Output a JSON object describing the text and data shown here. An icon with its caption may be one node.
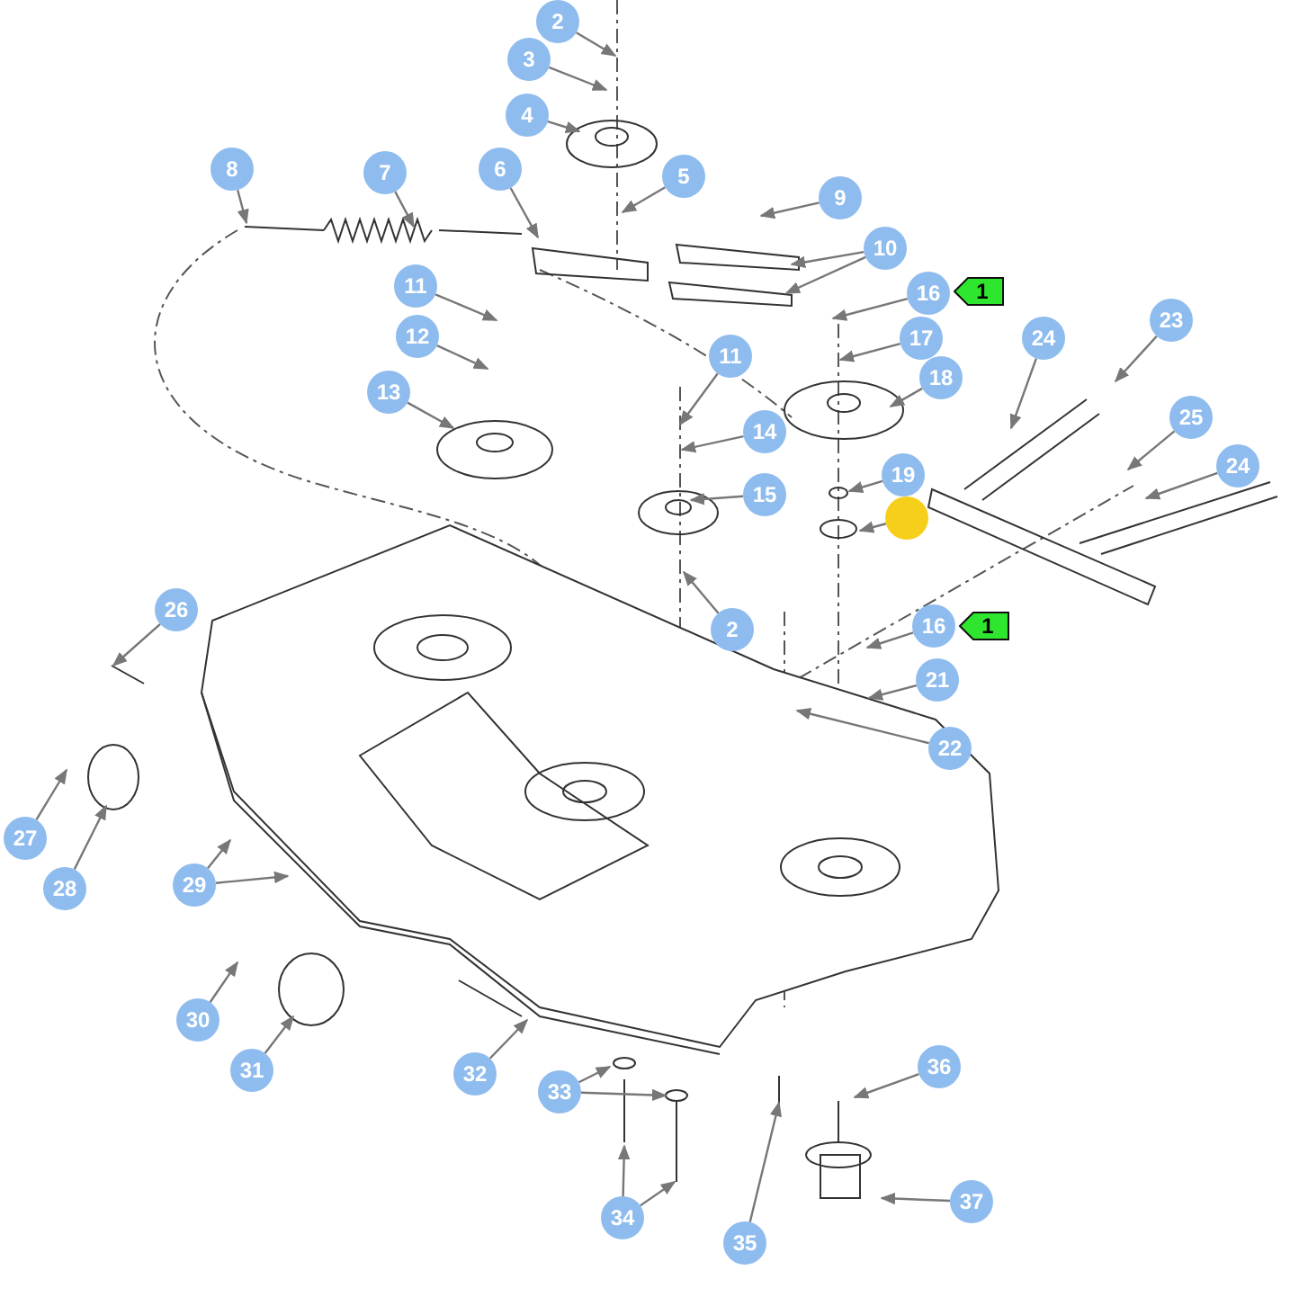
{
  "diagram": {
    "nodes": [
      {
        "text": [
          "2"
        ]
      },
      {
        "text": [
          "3"
        ]
      },
      {
        "text": [
          "4"
        ]
      },
      {
        "text": [
          "6"
        ]
      },
      {
        "text": [
          "5"
        ]
      },
      {
        "text": [
          "7"
        ]
      },
      {
        "text": [
          "8"
        ]
      },
      {
        "text": [
          "9"
        ]
      },
      {
        "text": [
          "10"
        ]
      },
      {
        "text": [
          "16"
        ]
      },
      {
        "text": [
          "1"
        ]
      },
      {
        "text": [
          "17"
        ]
      },
      {
        "text": [
          "11"
        ]
      },
      {
        "text": [
          "12"
        ]
      },
      {
        "text": [
          "11"
        ]
      },
      {
        "text": [
          "18"
        ]
      },
      {
        "text": [
          "13"
        ]
      },
      {
        "text": [
          "14"
        ]
      },
      {
        "text": [
          "23"
        ]
      },
      {
        "text": [
          "24"
        ]
      },
      {
        "text": [
          "15"
        ]
      },
      {
        "text": [
          "25"
        ]
      },
      {
        "text": [
          "19"
        ]
      },
      {
        "text": [
          "24"
        ]
      },
      {
        "text": [],
        "shape": "circle"
      },
      {
        "text": [
          "2"
        ]
      },
      {
        "text": [
          "26"
        ]
      },
      {
        "text": [
          "16"
        ]
      },
      {
        "text": [
          "1"
        ]
      },
      {
        "text": [
          "21"
        ]
      },
      {
        "text": [
          "22"
        ]
      },
      {
        "text": [
          "27"
        ]
      },
      {
        "text": [
          "28"
        ]
      },
      {
        "text": [
          "29"
        ]
      },
      {
        "text": [
          "30"
        ]
      },
      {
        "text": [
          "31"
        ]
      },
      {
        "text": [
          "32"
        ]
      },
      {
        "text": [
          "33"
        ]
      },
      {
        "text": [
          "34"
        ]
      },
      {
        "text": [
          "35"
        ]
      },
      {
        "text": [
          "36"
        ]
      },
      {
        "text": [
          "37"
        ]
      }
    ],
    "edges": [
      {
        "from": 0,
        "to": null,
        "arrow": "to"
      },
      {
        "from": 1,
        "to": null,
        "arrow": "to"
      },
      {
        "from": 2,
        "to": null,
        "arrow": "to"
      },
      {
        "from": 3,
        "to": null,
        "arrow": "to"
      },
      {
        "from": 4,
        "to": null,
        "arrow": "to"
      },
      {
        "from": 5,
        "to": null,
        "arrow": "to"
      },
      {
        "from": 6,
        "to": null,
        "arrow": "to"
      },
      {
        "from": 7,
        "to": null,
        "arrow": "to"
      },
      {
        "from": 8,
        "to": null,
        "arrow": "to"
      },
      {
        "from": 8,
        "to": null,
        "arrow": "to"
      },
      {
        "from": 9,
        "to": null,
        "arrow": "to"
      },
      {
        "from": 11,
        "to": null,
        "arrow": "to"
      },
      {
        "from": 12,
        "to": null,
        "arrow": "to"
      },
      {
        "from": 13,
        "to": null,
        "arrow": "to"
      },
      {
        "from": 14,
        "to": null,
        "arrow": "to"
      },
      {
        "from": 15,
        "to": null,
        "arrow": "to"
      },
      {
        "from": 16,
        "to": null,
        "arrow": "to"
      },
      {
        "from": 17,
        "to": null,
        "arrow": "to"
      },
      {
        "from": 18,
        "to": null,
        "arrow": "to"
      },
      {
        "from": 19,
        "to": null,
        "arrow": "to"
      },
      {
        "from": 20,
        "to": null,
        "arrow": "to"
      },
      {
        "from": 21,
        "to": null,
        "arrow": "to"
      },
      {
        "from": 22,
        "to": null,
        "arrow": "to"
      },
      {
        "from": 23,
        "to": null,
        "arrow": "to"
      },
      {
        "from": 24,
        "to": null,
        "arrow": "to"
      },
      {
        "from": 25,
        "to": null,
        "arrow": "to"
      },
      {
        "from": 26,
        "to": null,
        "arrow": "to"
      },
      {
        "from": 27,
        "to": null,
        "arrow": "to"
      },
      {
        "from": 29,
        "to": null,
        "arrow": "to"
      },
      {
        "from": 30,
        "to": null,
        "arrow": "to"
      },
      {
        "from": 31,
        "to": null,
        "arrow": "to"
      },
      {
        "from": 32,
        "to": null,
        "arrow": "to"
      },
      {
        "from": 33,
        "to": null,
        "arrow": "to"
      },
      {
        "from": 33,
        "to": null,
        "arrow": "to"
      },
      {
        "from": 34,
        "to": null,
        "arrow": "to"
      },
      {
        "from": 35,
        "to": null,
        "arrow": "to"
      },
      {
        "from": 36,
        "to": null,
        "arrow": "to"
      },
      {
        "from": 37,
        "to": null,
        "arrow": "to"
      },
      {
        "from": 37,
        "to": null,
        "arrow": "to"
      },
      {
        "from": 38,
        "to": null,
        "arrow": "to"
      },
      {
        "from": 38,
        "to": null,
        "arrow": "to"
      },
      {
        "from": 39,
        "to": null,
        "arrow": "to"
      },
      {
        "from": 40,
        "to": null,
        "arrow": "to"
      },
      {
        "from": 41,
        "to": null,
        "arrow": "to"
      }
    ]
  }
}
